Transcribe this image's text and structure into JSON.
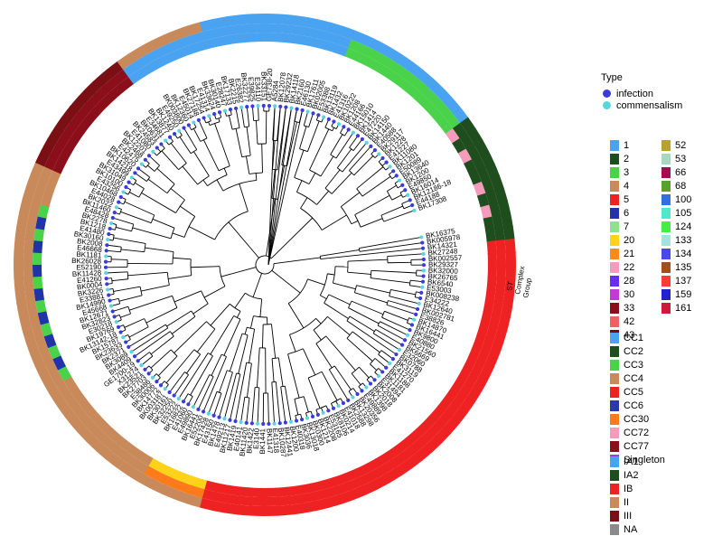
{
  "legend": {
    "type": {
      "title": "Type",
      "items": [
        {
          "label": "infection",
          "color": "#3b3bdc"
        },
        {
          "label": "commensalism",
          "color": "#56d7dd"
        }
      ]
    },
    "st": [
      {
        "label": "1",
        "color": "#4aa3f0"
      },
      {
        "label": "2",
        "color": "#1e4d1e"
      },
      {
        "label": "3",
        "color": "#4bd24b"
      },
      {
        "label": "4",
        "color": "#c98a5b"
      },
      {
        "label": "5",
        "color": "#ee2222"
      },
      {
        "label": "6",
        "color": "#2233aa"
      },
      {
        "label": "7",
        "color": "#8fe08f"
      },
      {
        "label": "20",
        "color": "#ffd21a"
      },
      {
        "label": "21",
        "color": "#ff8a1a"
      },
      {
        "label": "22",
        "color": "#f59bbb"
      },
      {
        "label": "28",
        "color": "#6a2cf0"
      },
      {
        "label": "30",
        "color": "#c23ad6"
      },
      {
        "label": "33",
        "color": "#8b0f1a"
      },
      {
        "label": "42",
        "color": "#f06060"
      },
      {
        "label": "43",
        "color": "#6b0a10"
      },
      {
        "label": "52",
        "color": "#b8a22a"
      },
      {
        "label": "53",
        "color": "#a8d8c0"
      },
      {
        "label": "66",
        "color": "#a01050"
      },
      {
        "label": "68",
        "color": "#5aa02a"
      },
      {
        "label": "100",
        "color": "#3070e0"
      },
      {
        "label": "105",
        "color": "#50e8c8"
      },
      {
        "label": "124",
        "color": "#44ee44"
      },
      {
        "label": "133",
        "color": "#a8e0e0"
      },
      {
        "label": "134",
        "color": "#4848ee"
      },
      {
        "label": "135",
        "color": "#a05020"
      },
      {
        "label": "137",
        "color": "#ff3a3a"
      },
      {
        "label": "159",
        "color": "#2222cc"
      },
      {
        "label": "161",
        "color": "#cc1a3a"
      }
    ],
    "cc": [
      {
        "label": "CC1",
        "color": "#4aa3f0"
      },
      {
        "label": "CC2",
        "color": "#1e4d1e"
      },
      {
        "label": "CC3",
        "color": "#4bd24b"
      },
      {
        "label": "CC4",
        "color": "#c98a5b"
      },
      {
        "label": "CC5",
        "color": "#ee2222"
      },
      {
        "label": "CC6",
        "color": "#2a38aa"
      },
      {
        "label": "CC30",
        "color": "#ff7a1a"
      },
      {
        "label": "CC72",
        "color": "#f59bbb"
      },
      {
        "label": "CC77",
        "color": "#8b0f1a"
      },
      {
        "label": "Singleton",
        "color": "#9a3ae0"
      }
    ],
    "group": [
      {
        "label": "IA1",
        "color": "#4aa3f0"
      },
      {
        "label": "IA2",
        "color": "#1e4d1e"
      },
      {
        "label": "IB",
        "color": "#ee2222"
      },
      {
        "label": "II",
        "color": "#c98a5b"
      },
      {
        "label": "III",
        "color": "#7a0f14"
      },
      {
        "label": "NA",
        "color": "#8a8a8a"
      }
    ]
  },
  "ring_labels": [
    "ST",
    "Complex",
    "Group"
  ],
  "leaves": [
    {
      "label": "BK16375",
      "type": "commensalism"
    },
    {
      "label": "BK005978",
      "type": "infection"
    },
    {
      "label": "BK14321",
      "type": "infection"
    },
    {
      "label": "BK27248",
      "type": "commensalism"
    },
    {
      "label": "BK002557",
      "type": "infection"
    },
    {
      "label": "BK29327",
      "type": "infection"
    },
    {
      "label": "BK32000",
      "type": "commensalism"
    },
    {
      "label": "BK26765",
      "type": "infection"
    },
    {
      "label": "BK6540",
      "type": "infection"
    },
    {
      "label": "E53003",
      "type": "commensalism"
    },
    {
      "label": "BK008238",
      "type": "infection"
    },
    {
      "label": "E34222",
      "type": "infection"
    },
    {
      "label": "BK12640",
      "type": "commensalism"
    },
    {
      "label": "BK002781",
      "type": "infection"
    },
    {
      "label": "E38826",
      "type": "infection"
    },
    {
      "label": "BK14870",
      "type": "commensalism"
    },
    {
      "label": "BK16441",
      "type": "infection"
    },
    {
      "label": "BK9800",
      "type": "infection"
    },
    {
      "label": "E40880",
      "type": "commensalism"
    },
    {
      "label": "BK21560",
      "type": "infection"
    },
    {
      "label": "BK6669",
      "type": "infection"
    },
    {
      "label": "E32060",
      "type": "commensalism"
    },
    {
      "label": "BK0788",
      "type": "infection"
    },
    {
      "label": "BK3119",
      "type": "infection"
    },
    {
      "label": "E41270",
      "type": "commensalism"
    },
    {
      "label": "BK1188",
      "type": "infection"
    },
    {
      "label": "BK1181",
      "type": "infection"
    },
    {
      "label": "E31494",
      "type": "commensalism"
    },
    {
      "label": "BK2008",
      "type": "infection"
    },
    {
      "label": "BK2018",
      "type": "infection"
    },
    {
      "label": "BK1398",
      "type": "commensalism"
    },
    {
      "label": "E49889",
      "type": "infection"
    },
    {
      "label": "BK20356",
      "type": "infection"
    },
    {
      "label": "BK13298",
      "type": "commensalism"
    },
    {
      "label": "BK2588",
      "type": "infection"
    },
    {
      "label": "E41018",
      "type": "infection"
    },
    {
      "label": "BK0214",
      "type": "commensalism"
    },
    {
      "label": "BK8106",
      "type": "infection"
    },
    {
      "label": "E53165",
      "type": "infection"
    },
    {
      "label": "BK2208",
      "type": "commensalism"
    },
    {
      "label": "BK1214",
      "type": "infection"
    },
    {
      "label": "BK0300",
      "type": "infection"
    },
    {
      "label": "BK13018",
      "type": "commensalism"
    },
    {
      "label": "BK3036",
      "type": "infection"
    },
    {
      "label": "E40318",
      "type": "infection"
    },
    {
      "label": "BK1200",
      "type": "commensalism"
    },
    {
      "label": "BK12441",
      "type": "infection"
    },
    {
      "label": "BK10287",
      "type": "infection"
    },
    {
      "label": "E41318",
      "type": "commensalism"
    },
    {
      "label": "BK1147",
      "type": "infection"
    },
    {
      "label": "BK1441",
      "type": "infection"
    },
    {
      "label": "E3140",
      "type": "commensalism"
    },
    {
      "label": "BK1422",
      "type": "infection"
    },
    {
      "label": "BK11420",
      "type": "infection"
    },
    {
      "label": "E40141",
      "type": "commensalism"
    },
    {
      "label": "BK1419",
      "type": "infection"
    },
    {
      "label": "BK11217",
      "type": "infection"
    },
    {
      "label": "E49213",
      "type": "commensalism"
    },
    {
      "label": "BK1478",
      "type": "infection"
    },
    {
      "label": "E43150",
      "type": "infection"
    },
    {
      "label": "BK17428",
      "type": "commensalism"
    },
    {
      "label": "E52200",
      "type": "infection"
    },
    {
      "label": "BK16441",
      "type": "infection"
    },
    {
      "label": "E49890",
      "type": "commensalism"
    },
    {
      "label": "E41060",
      "type": "infection"
    },
    {
      "label": "BK16822",
      "type": "infection"
    },
    {
      "label": "E53222",
      "type": "commensalism"
    },
    {
      "label": "BK32250",
      "type": "infection"
    },
    {
      "label": "BK30161",
      "type": "infection"
    },
    {
      "label": "BK003187",
      "type": "commensalism"
    },
    {
      "label": "BK14772",
      "type": "infection"
    },
    {
      "label": "BK30006",
      "type": "infection"
    },
    {
      "label": "E38486",
      "type": "commensalism"
    },
    {
      "label": "BK27703",
      "type": "infection"
    },
    {
      "label": "BK23521",
      "type": "infection"
    },
    {
      "label": "X31274",
      "type": "commensalism"
    },
    {
      "label": "GE1700-19",
      "type": "infection"
    },
    {
      "label": "BK4409",
      "type": "infection"
    },
    {
      "label": "BK3089",
      "type": "commensalism"
    },
    {
      "label": "BK2371",
      "type": "infection"
    },
    {
      "label": "BK23633",
      "type": "infection"
    },
    {
      "label": "BK15787",
      "type": "commensalism"
    },
    {
      "label": "BK13142-18",
      "type": "infection"
    },
    {
      "label": "BK19769",
      "type": "infection"
    },
    {
      "label": "E30218",
      "type": "commensalism"
    },
    {
      "label": "BK32823",
      "type": "infection"
    },
    {
      "label": "BK12671",
      "type": "infection"
    },
    {
      "label": "E45668",
      "type": "commensalism"
    },
    {
      "label": "BK14990",
      "type": "infection"
    },
    {
      "label": "E33881",
      "type": "infection"
    },
    {
      "label": "BK3226",
      "type": "commensalism"
    },
    {
      "label": "BK0004",
      "type": "infection"
    },
    {
      "label": "E41260",
      "type": "infection"
    },
    {
      "label": "BK11428",
      "type": "commensalism"
    },
    {
      "label": "E52190",
      "type": "infection"
    },
    {
      "label": "BK26028",
      "type": "infection"
    },
    {
      "label": "BK1181",
      "type": "commensalism"
    },
    {
      "label": "E46668",
      "type": "infection"
    },
    {
      "label": "BK2008",
      "type": "infection"
    },
    {
      "label": "BK30160",
      "type": "commensalism"
    },
    {
      "label": "E41480",
      "type": "infection"
    },
    {
      "label": "BK1218",
      "type": "infection"
    },
    {
      "label": "BK2278",
      "type": "commensalism"
    },
    {
      "label": "E48428",
      "type": "infection"
    },
    {
      "label": "BK11460",
      "type": "infection"
    },
    {
      "label": "BK2022",
      "type": "commensalism"
    },
    {
      "label": "E44028",
      "type": "infection"
    },
    {
      "label": "BK10468",
      "type": "infection"
    },
    {
      "label": "E43256",
      "type": "commensalism"
    },
    {
      "label": "BK10100",
      "type": "infection"
    },
    {
      "label": "BK31049",
      "type": "infection"
    },
    {
      "label": "E43499",
      "type": "commensalism"
    },
    {
      "label": "BK14218",
      "type": "infection"
    },
    {
      "label": "BK10620",
      "type": "infection"
    },
    {
      "label": "E42475",
      "type": "commensalism"
    },
    {
      "label": "BK2468",
      "type": "infection"
    },
    {
      "label": "BK12201",
      "type": "infection"
    },
    {
      "label": "E41080",
      "type": "commensalism"
    },
    {
      "label": "BK24583",
      "type": "infection"
    },
    {
      "label": "BK0631",
      "type": "infection"
    },
    {
      "label": "E34681",
      "type": "commensalism"
    },
    {
      "label": "BK13877",
      "type": "infection"
    },
    {
      "label": "BK1240",
      "type": "infection"
    },
    {
      "label": "E49250",
      "type": "commensalism"
    },
    {
      "label": "BK003800",
      "type": "infection"
    },
    {
      "label": "BK12360",
      "type": "infection"
    },
    {
      "label": "E45014",
      "type": "commensalism"
    },
    {
      "label": "BK27188",
      "type": "infection"
    },
    {
      "label": "BK17254",
      "type": "infection"
    },
    {
      "label": "E41314",
      "type": "commensalism"
    },
    {
      "label": "BK33624",
      "type": "infection"
    },
    {
      "label": "BK30140",
      "type": "infection"
    },
    {
      "label": "E28247",
      "type": "commensalism"
    },
    {
      "label": "BK17133",
      "type": "infection"
    },
    {
      "label": "BK2215",
      "type": "infection"
    },
    {
      "label": "E26382",
      "type": "commensalism"
    },
    {
      "label": "BK32277",
      "type": "infection"
    },
    {
      "label": "E39825",
      "type": "infection"
    },
    {
      "label": "E34110",
      "type": "commensalism"
    },
    {
      "label": "BK33151",
      "type": "infection"
    },
    {
      "label": "GE738-20",
      "type": "infection"
    },
    {
      "label": "A5284",
      "type": "commensalism"
    },
    {
      "label": "BK12078",
      "type": "infection"
    },
    {
      "label": "BK29232",
      "type": "infection"
    },
    {
      "label": "BK14118",
      "type": "commensalism"
    },
    {
      "label": "BK2160",
      "type": "infection"
    },
    {
      "label": "E46130",
      "type": "infection"
    },
    {
      "label": "BK17611",
      "type": "commensalism"
    },
    {
      "label": "BK02005",
      "type": "infection"
    },
    {
      "label": "E53388",
      "type": "infection"
    },
    {
      "label": "BK13119",
      "type": "commensalism"
    },
    {
      "label": "BK1432",
      "type": "infection"
    },
    {
      "label": "E41316",
      "type": "infection"
    },
    {
      "label": "BK10222",
      "type": "commensalism"
    },
    {
      "label": "BK1208",
      "type": "infection"
    },
    {
      "label": "E44166",
      "type": "infection"
    },
    {
      "label": "BK15010",
      "type": "commensalism"
    },
    {
      "label": "BK1414",
      "type": "infection"
    },
    {
      "label": "E47220",
      "type": "infection"
    },
    {
      "label": "BK14150",
      "type": "commensalism"
    },
    {
      "label": "BK1440",
      "type": "infection"
    },
    {
      "label": "E40588",
      "type": "infection"
    },
    {
      "label": "BK29117",
      "type": "commensalism"
    },
    {
      "label": "BK1228",
      "type": "infection"
    },
    {
      "label": "E41227",
      "type": "infection"
    },
    {
      "label": "BK11080",
      "type": "commensalism"
    },
    {
      "label": "BK1201",
      "type": "infection"
    },
    {
      "label": "E50089",
      "type": "infection"
    },
    {
      "label": "BK13640",
      "type": "commensalism"
    },
    {
      "label": "BK1200",
      "type": "infection"
    },
    {
      "label": "E49850",
      "type": "infection"
    },
    {
      "label": "BK16014",
      "type": "commensalism"
    },
    {
      "label": "BK12186-18",
      "type": "infection"
    },
    {
      "label": "E44188",
      "type": "infection"
    },
    {
      "label": "BK17308",
      "type": "commensalism"
    }
  ]
}
